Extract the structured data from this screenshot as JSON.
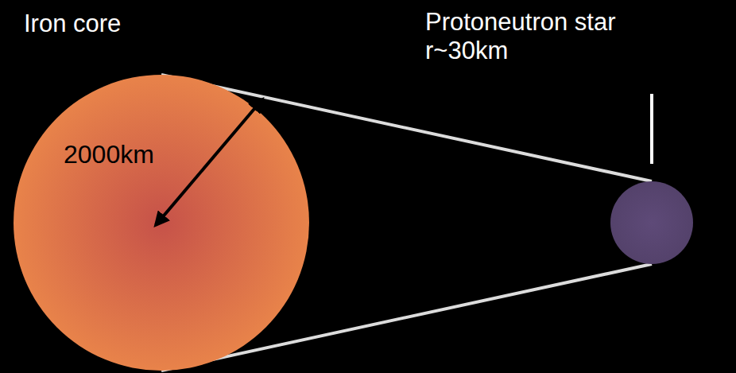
{
  "diagram": {
    "nodes": [
      {
        "text": [
          "Iron core"
        ]
      },
      {
        "text": [
          "Protoneutron star",
          "r~30km"
        ]
      }
    ],
    "edges": [
      {
        "from": 0,
        "to": 1,
        "arrow": "none"
      },
      {
        "from": 0,
        "to": 1,
        "arrow": "none"
      }
    ],
    "labels": [
      "2000km"
    ]
  }
}
